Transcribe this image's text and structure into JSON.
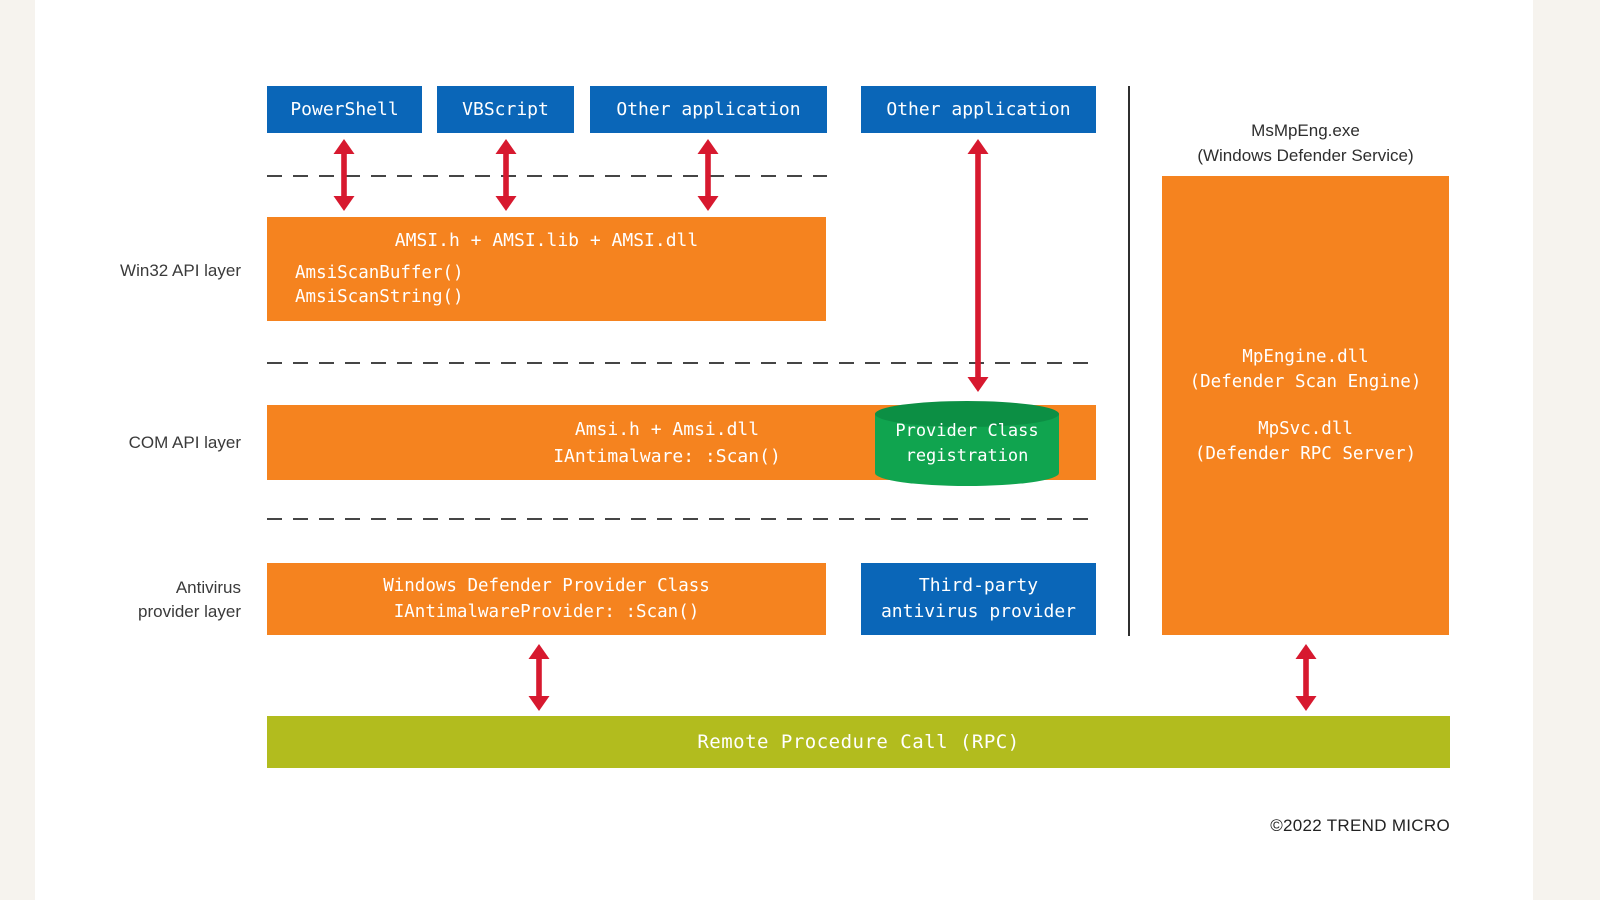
{
  "colors": {
    "blue": "#0a66b8",
    "orange": "#f5831f",
    "green_cylinder": "#10a44f",
    "green_cylinder_top": "#0c8f44",
    "olive": "#b2bc1e",
    "arrow_red": "#d7192f",
    "dash_gray": "#454545",
    "text_dark": "#3a3a3a",
    "background": "#ffffff"
  },
  "top_row": {
    "boxes": [
      {
        "label": "PowerShell"
      },
      {
        "label": "VBScript"
      },
      {
        "label": "Other application"
      },
      {
        "label": "Other application"
      }
    ]
  },
  "win32_layer": {
    "side_label": "Win32 API layer",
    "title": "AMSI.h + AMSI.lib + AMSI.dll",
    "functions": [
      "AmsiScanBuffer()",
      "AmsiScanString()"
    ]
  },
  "com_layer": {
    "side_label": "COM API layer",
    "line1": "Amsi.h + Amsi.dll",
    "line2": "IAntimalware: :Scan()",
    "cylinder_line1": "Provider Class",
    "cylinder_line2": "registration"
  },
  "provider_layer": {
    "side_label_line1": "Antivirus",
    "side_label_line2": "provider layer",
    "defender_box_line1": "Windows Defender Provider Class",
    "defender_box_line2": "IAntimalwareProvider: :Scan()",
    "third_party_line1": "Third-party",
    "third_party_line2": "antivirus provider"
  },
  "defender_service": {
    "header_line1": "MsMpEng.exe",
    "header_line2": "(Windows Defender Service)",
    "engine_line1": "MpEngine.dll",
    "engine_line2": "(Defender Scan Engine)",
    "rpc_line1": "MpSvc.dll",
    "rpc_line2": "(Defender RPC Server)"
  },
  "rpc_bar": {
    "label": "Remote Procedure Call (RPC)"
  },
  "footer": {
    "copyright": "©2022 TREND MICRO"
  }
}
